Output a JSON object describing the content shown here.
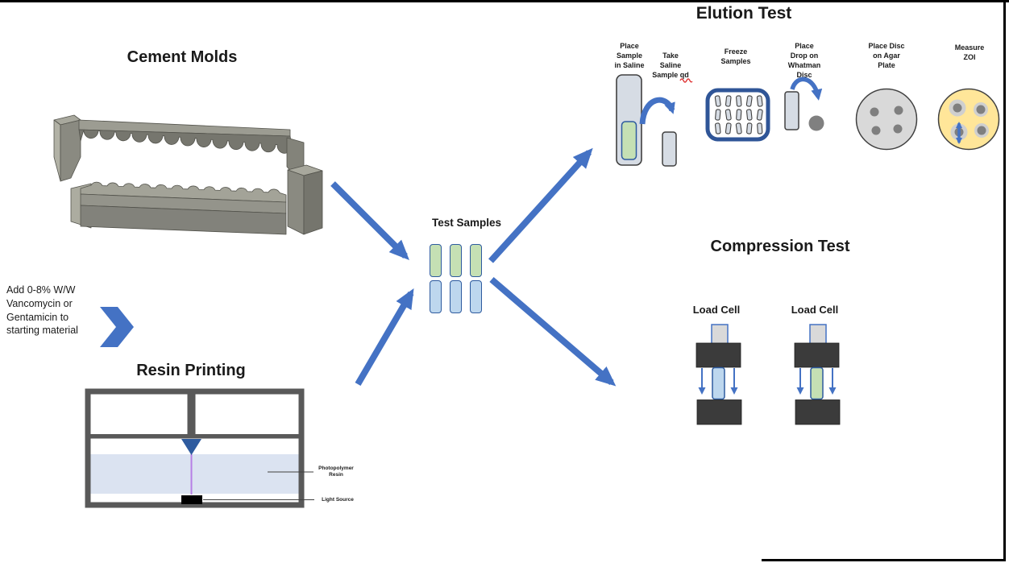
{
  "colors": {
    "arrow_blue": "#4472C4",
    "dark_blue_border": "#2E5B9F",
    "freeze_box_blue": "#2F5597",
    "green_sample": "#C5E0B4",
    "blue_sample": "#BDD7EE",
    "tube_fill": "#D6DCE4",
    "agar_gray": "#D9D9D9",
    "zoi_yellow": "#FFE699",
    "disc_gray": "#7F7F7F",
    "platen_dark": "#3B3B3B",
    "printer_frame_gray": "#595959",
    "resin_fill": "#DBE3F1",
    "beam_purple": "#B77FE5",
    "mold_gray": "#8A8A81",
    "squiggle_red": "#E03A3A"
  },
  "cement_molds": {
    "title": "Cement Molds"
  },
  "additive_note": {
    "text": "Add 0-8% W/W\nVancomycin or\nGentamicin to\nstarting material"
  },
  "resin_printing": {
    "title": "Resin Printing",
    "photopolymer_label": "Photopolymer\nResin",
    "light_source_label": "Light Source"
  },
  "test_samples": {
    "label": "Test Samples"
  },
  "elution_test": {
    "title": "Elution Test",
    "steps": [
      {
        "label": "Place\nSample\nin Saline"
      },
      {
        "label": "Take\nSaline\nSample qd"
      },
      {
        "label": "Freeze\nSamples"
      },
      {
        "label": "Place\nDrop on\nWhatman\nDisc"
      },
      {
        "label": "Place Disc\non Agar\nPlate"
      },
      {
        "label": "Measure\nZOI"
      }
    ]
  },
  "compression_test": {
    "title": "Compression Test",
    "left_label": "Load Cell",
    "right_label": "Load Cell"
  }
}
